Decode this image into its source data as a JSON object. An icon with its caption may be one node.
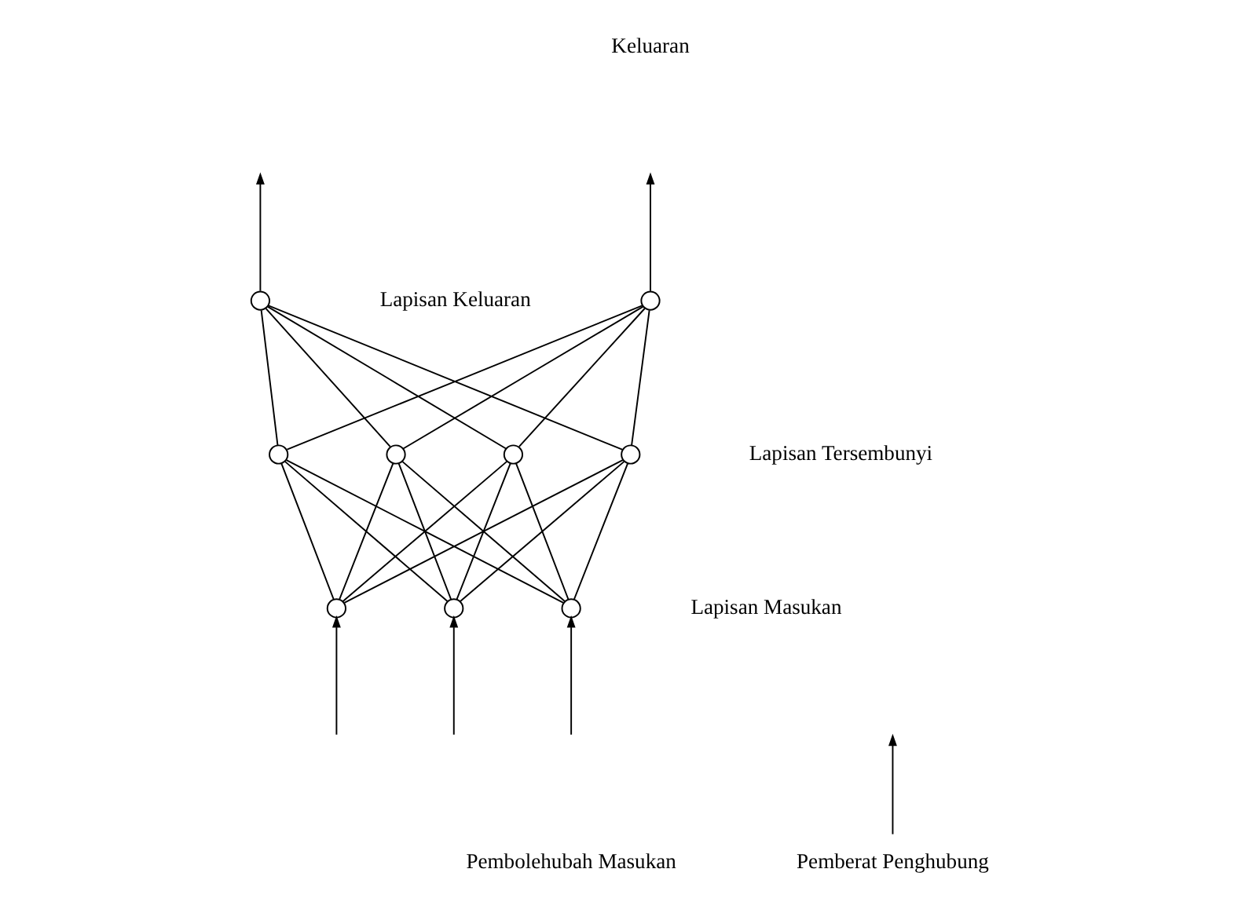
{
  "diagram": {
    "nodes": [
      {
        "text": [],
        "shape": "circle"
      },
      {
        "text": [],
        "shape": "circle"
      },
      {
        "text": [],
        "shape": "circle"
      },
      {
        "text": [],
        "shape": "circle"
      },
      {
        "text": [],
        "shape": "circle"
      },
      {
        "text": [],
        "shape": "circle"
      },
      {
        "text": [],
        "shape": "circle"
      },
      {
        "text": [],
        "shape": "circle"
      },
      {
        "text": [],
        "shape": "circle"
      },
      {
        "text": [
          "Pemberat Penghubung"
        ]
      }
    ],
    "edges": [
      {
        "from": 0,
        "to": null,
        "arrow": "to"
      },
      {
        "from": 1,
        "to": null,
        "arrow": "to"
      },
      {
        "from": 2,
        "to": 0,
        "arrow": "none"
      },
      {
        "from": 2,
        "to": 1,
        "arrow": "none"
      },
      {
        "from": 3,
        "to": 0,
        "arrow": "none"
      },
      {
        "from": 3,
        "to": 1,
        "arrow": "none"
      },
      {
        "from": 4,
        "to": 0,
        "arrow": "none"
      },
      {
        "from": 4,
        "to": 1,
        "arrow": "none"
      },
      {
        "from": 5,
        "to": 0,
        "arrow": "none"
      },
      {
        "from": 5,
        "to": 1,
        "arrow": "none"
      },
      {
        "from": 6,
        "to": 2,
        "arrow": "none"
      },
      {
        "from": 6,
        "to": 3,
        "arrow": "none"
      },
      {
        "from": 6,
        "to": 4,
        "arrow": "none"
      },
      {
        "from": 6,
        "to": 5,
        "arrow": "none"
      },
      {
        "from": 7,
        "to": 2,
        "arrow": "none"
      },
      {
        "from": 7,
        "to": 3,
        "arrow": "none"
      },
      {
        "from": 7,
        "to": 4,
        "arrow": "none"
      },
      {
        "from": 7,
        "to": 5,
        "arrow": "none"
      },
      {
        "from": 8,
        "to": 2,
        "arrow": "none"
      },
      {
        "from": 8,
        "to": 3,
        "arrow": "none"
      },
      {
        "from": 8,
        "to": 4,
        "arrow": "none"
      },
      {
        "from": 8,
        "to": 5,
        "arrow": "none"
      },
      {
        "from": null,
        "to": 6,
        "arrow": "to"
      },
      {
        "from": null,
        "to": 7,
        "arrow": "to"
      },
      {
        "from": null,
        "to": 8,
        "arrow": "to"
      },
      {
        "from": 9,
        "to": null,
        "arrow": "to"
      }
    ],
    "labels": [
      "Keluaran",
      "Lapisan Keluaran",
      "Lapisan Tersembunyi",
      "Lapisan Masukan",
      "Pembolehubah Masukan"
    ]
  }
}
